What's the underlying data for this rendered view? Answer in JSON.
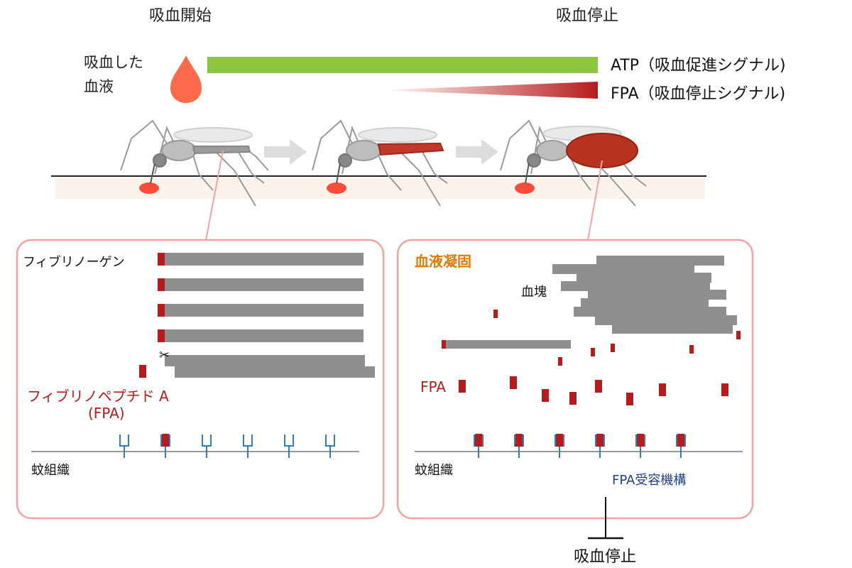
{
  "header": {
    "start_label": "吸血開始",
    "stop_label": "吸血停止"
  },
  "blood_label_line1": "吸血した",
  "blood_label_line2": "血液",
  "signals": {
    "atp": "ATP（吸血促進シグナル)",
    "fpa": "FPA（吸血停止シグナル)"
  },
  "left_panel": {
    "fibrinogen": "フィブリノーゲン",
    "fibrinopeptide_line1": "フィブリノペプチド A",
    "fibrinopeptide_line2": "(FPA)",
    "tissue": "蚊組織"
  },
  "right_panel": {
    "coagulation": "血液凝固",
    "clot": "血塊",
    "fpa": "FPA",
    "tissue": "蚊組織",
    "receptor": "FPA受容機構"
  },
  "footer": {
    "result": "吸血停止"
  },
  "colors": {
    "atp_bar": "#8cc63f",
    "fpa_dark": "#b71c1c",
    "panel_border": "#f4a3a3",
    "fibrin": "#8e8e8e",
    "receptor": "#2f7fc1",
    "coag_text": "#e07b00",
    "receptor_text": "#1f3f8a"
  }
}
